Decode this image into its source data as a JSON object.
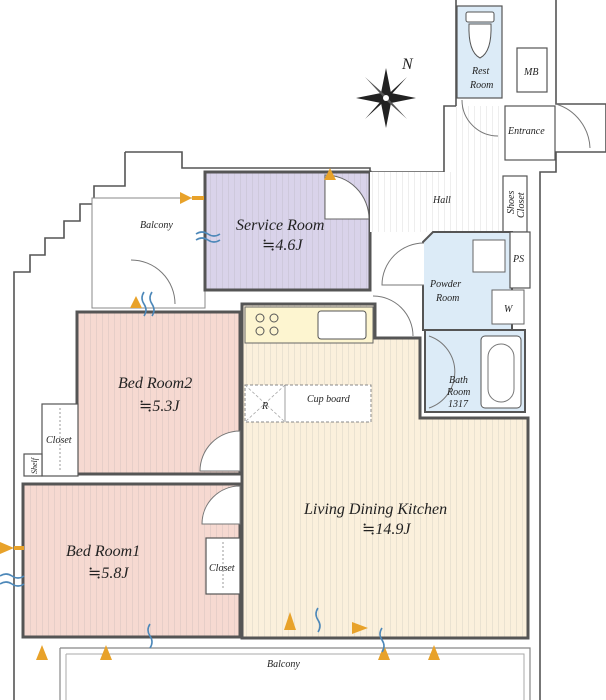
{
  "rooms": {
    "service_room": {
      "name": "Service Room",
      "size": "≒4.6J"
    },
    "bed_room2": {
      "name": "Bed Room2",
      "size": "≒5.3J"
    },
    "bed_room1": {
      "name": "Bed Room1",
      "size": "≒5.8J"
    },
    "ldk": {
      "name": "Living Dining Kitchen",
      "size": "≒14.9J"
    },
    "rest_room": {
      "line1": "Rest",
      "line2": "Room"
    },
    "powder_room": {
      "line1": "Powder",
      "line2": "Room"
    },
    "bath_room": {
      "line1": "Bath",
      "line2": "Room",
      "line3": "1317"
    }
  },
  "labels": {
    "balcony_top": "Balcony",
    "balcony_bottom": "Balcony",
    "hall": "Hall",
    "entrance": "Entrance",
    "mb": "MB",
    "ps": "PS",
    "w": "W",
    "shoes_closet_1": "Shoes",
    "shoes_closet_2": "Closet",
    "closet_bed2": "Closet",
    "shelf": "Shelf",
    "closet_bed1": "Closet",
    "cup_board": "Cup board",
    "refrigerator": "R",
    "north": "N"
  },
  "colors": {
    "wall": "#555555",
    "service_room": "#d9d3ea",
    "bed_rooms": "#f6d9d1",
    "ldk": "#fbf0dc",
    "kitchen_counter": "#fdf5d0",
    "wet_area": "#dcebf7",
    "warm_arrow": "#e8a22a",
    "cool_wave": "#4d88b9"
  },
  "icons": [
    "compass-rose-icon",
    "toilet-icon",
    "bathtub-icon",
    "cooktop-icon",
    "sink-icon",
    "washbasin-icon",
    "washer-icon"
  ]
}
